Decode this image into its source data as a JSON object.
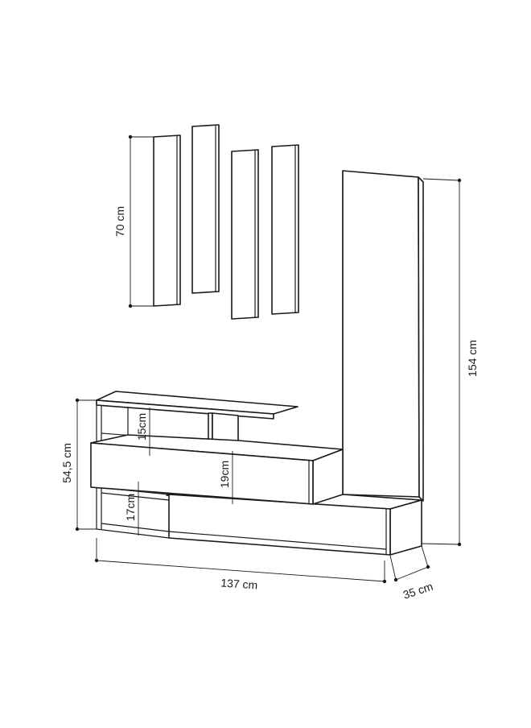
{
  "dimensions": {
    "panel_height": "70 cm",
    "total_height": "154 cm",
    "cabinet_height": "54,5 cm",
    "total_width": "137 cm",
    "depth": "35 cm",
    "shelf_gap": "15cm",
    "drawer_height": "19cm",
    "bottom_gap": "17cm"
  },
  "colors": {
    "line": "#1a1a1a",
    "background": "#ffffff"
  }
}
